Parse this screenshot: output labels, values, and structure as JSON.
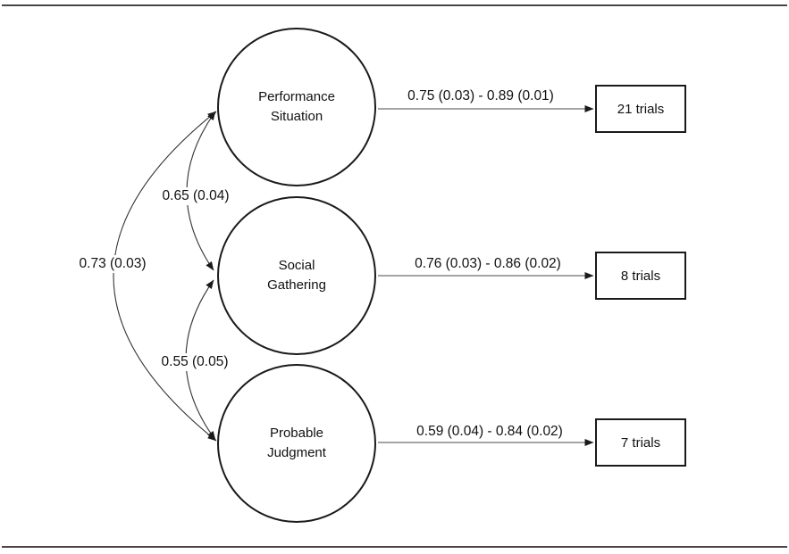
{
  "figure": {
    "rows": [
      {
        "latent": {
          "line1": "Performance",
          "line2": "Situation"
        },
        "loading_range": "0.75 (0.03) - 0.89 (0.01)",
        "indicator": "21 trials"
      },
      {
        "latent": {
          "line1": "Social",
          "line2": "Gathering"
        },
        "loading_range": "0.76 (0.03) - 0.86 (0.02)",
        "indicator": "8 trials"
      },
      {
        "latent": {
          "line1": "Probable",
          "line2": "Judgment"
        },
        "loading_range": "0.59 (0.04) - 0.84 (0.02)",
        "indicator": "7 trials"
      }
    ],
    "correlations": [
      {
        "from": 0,
        "to": 1,
        "value": "0.65 (0.04)"
      },
      {
        "from": 0,
        "to": 2,
        "value": "0.73 (0.03)"
      },
      {
        "from": 1,
        "to": 2,
        "value": "0.55 (0.05)"
      }
    ],
    "colors": {
      "stroke": "#1a1a1a",
      "rule": "#474747",
      "text": "#111111",
      "background": "#ffffff"
    }
  }
}
